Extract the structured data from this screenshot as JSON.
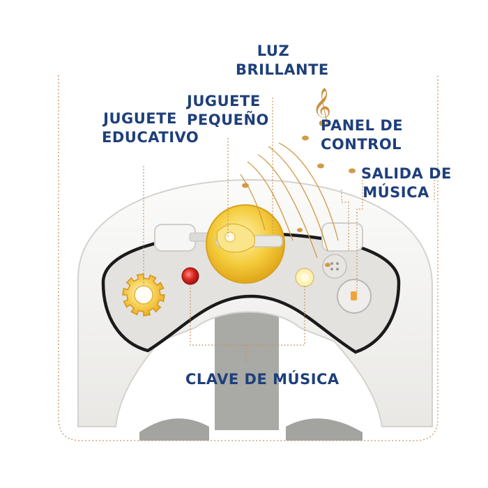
{
  "labels": {
    "luz_brillante": [
      "LUZ",
      "BRILLANTE"
    ],
    "juguete_pequeno": [
      "JUGUETE",
      "PEQUEÑO"
    ],
    "juguete_educativo": [
      "JUGUETE",
      "EDUCATIVO"
    ],
    "panel_de_control": [
      "PANEL DE",
      "CONTROL"
    ],
    "salida_de_musica": [
      "SALIDA DE",
      "MÚSICA"
    ],
    "clave_de_musica": "CLAVE DE MÚSICA"
  },
  "colors": {
    "label_text": "#1e3f7a",
    "callout_line": "#c8925a",
    "tray_white": "#f3f2ef",
    "panel_grey": "#e4e2df",
    "panel_outline": "#1b1b1b",
    "seat_fabric": "#a9a9a6",
    "gear_yellow": "#f2bf2a",
    "dial_yellow": "#f4cc3c",
    "red_button": "#d8251e",
    "music_notes": "#d39a47"
  },
  "icons": [
    "treble-clef-icon",
    "music-note-icon"
  ]
}
